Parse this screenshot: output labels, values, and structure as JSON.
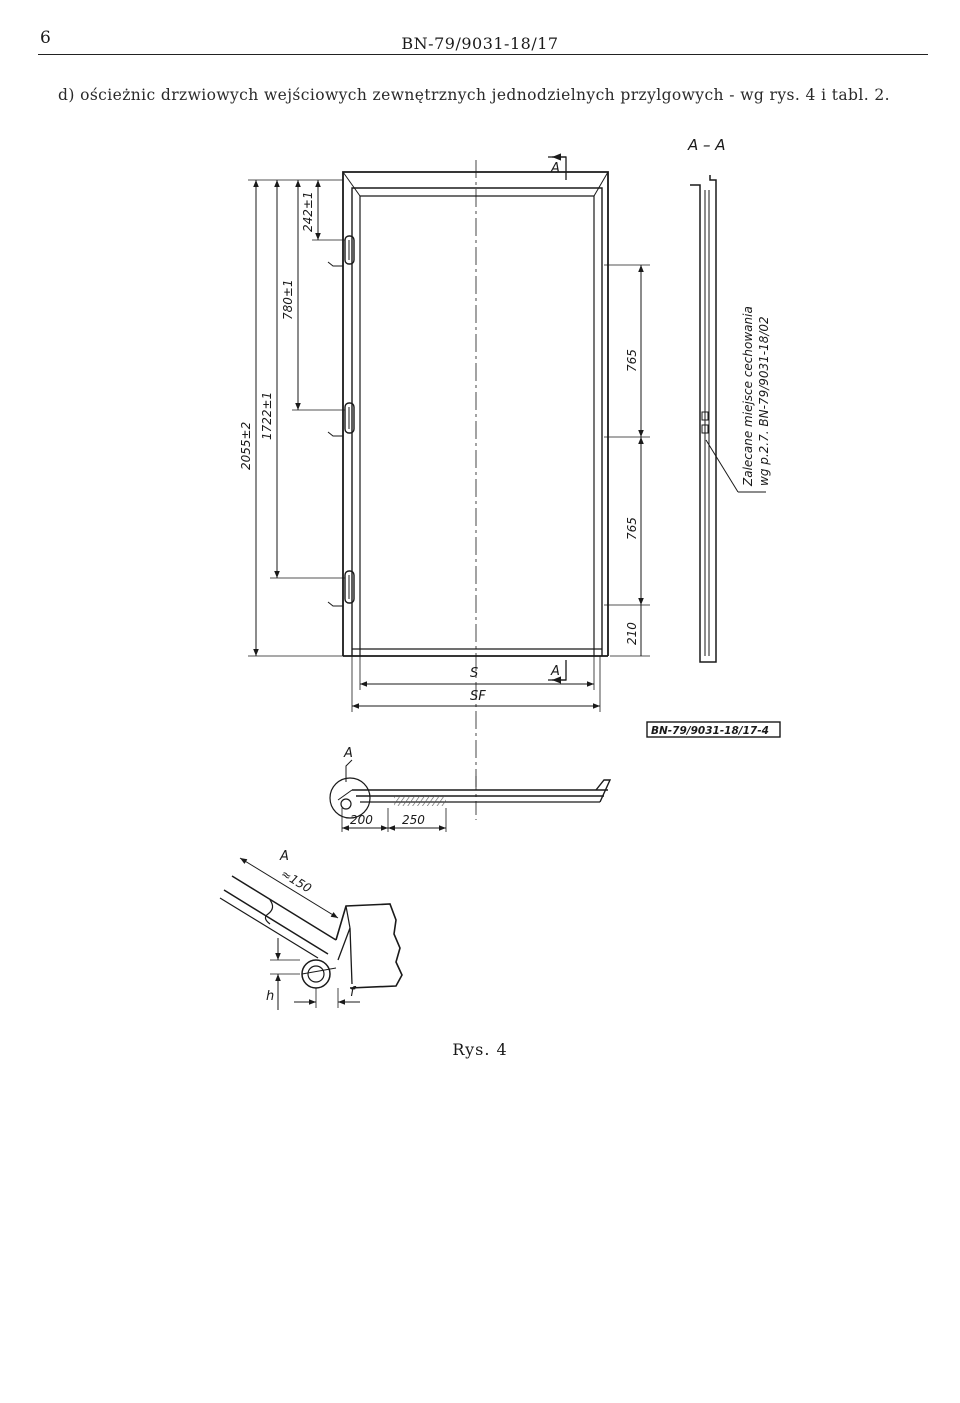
{
  "header": {
    "page_number": "6",
    "document_id": "BN-79/9031-18/17"
  },
  "intro_text": "d) ościeżnic drzwiowych wejściowych zewnętrznych jednodzielnych przylgowych - wg rys. 4 i tabl. 2.",
  "drawing": {
    "section_mark": "A",
    "section_title": "A – A",
    "dims_left": {
      "total_height": "2055±2",
      "hinge_span": "1722±1",
      "middle_hinge": "780±1",
      "top_hinge": "242±1"
    },
    "dims_right": {
      "upper": "765",
      "lower": "765",
      "bottom": "210"
    },
    "dims_bottom": {
      "s": "S",
      "sf": "SF"
    },
    "recommended_text_line1": "Zalecane miejsce cechowania",
    "recommended_text_line2": "wg p.2.7. BN-79/9031-18/02",
    "figure_code": "BN-79/9031-18/17-4",
    "plan_dims": {
      "a": "200",
      "b": "250"
    },
    "detail": {
      "label": "A",
      "dim_150": "≈150",
      "h": "h",
      "f": "f"
    }
  },
  "caption": "Rys. 4"
}
